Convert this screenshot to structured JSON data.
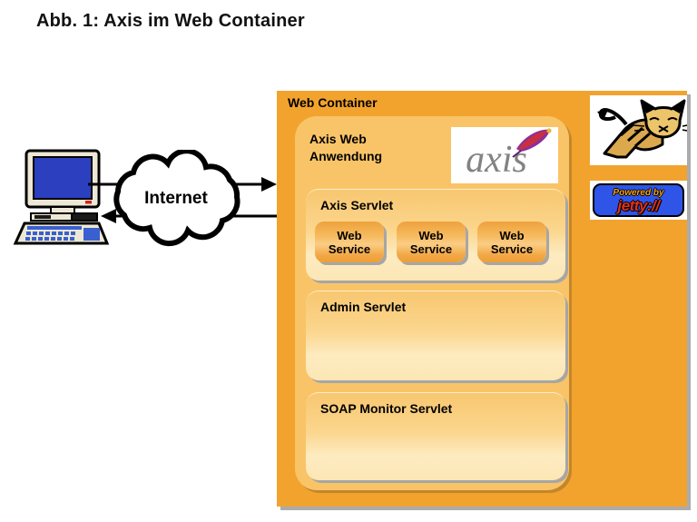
{
  "title": "Abb. 1: Axis im Web Container",
  "internet": {
    "label": "Internet"
  },
  "web_container": {
    "label": "Web Container",
    "axis_web_app": {
      "label": "Axis Web\nAnwendung",
      "axis_logo_text": "axis",
      "axis_servlet": {
        "label": "Axis Servlet",
        "web_services": [
          {
            "label": "Web\nService"
          },
          {
            "label": "Web\nService"
          },
          {
            "label": "Web\nService"
          }
        ]
      },
      "admin_servlet": {
        "label": "Admin Servlet"
      },
      "soap_monitor_servlet": {
        "label": "SOAP Monitor Servlet"
      }
    }
  },
  "logos": {
    "tomcat_icon": "tomcat-cat-icon",
    "jetty": {
      "powered_by": "Powered by",
      "brand": "jetty://"
    }
  },
  "colors": {
    "container_orange": "#F2A32E",
    "app_box_orange": "#F9C468",
    "servlet_gradient_top": "#F8C770",
    "servlet_gradient_bottom": "#FCE6B4",
    "service_box_orange": "#F2A847",
    "shadow_gray": "#ABABAB",
    "jetty_blue": "#2E55E8",
    "jetty_red": "#E03018",
    "powered_by_orange": "#F5A21B",
    "screen_blue": "#2B3FBF"
  }
}
